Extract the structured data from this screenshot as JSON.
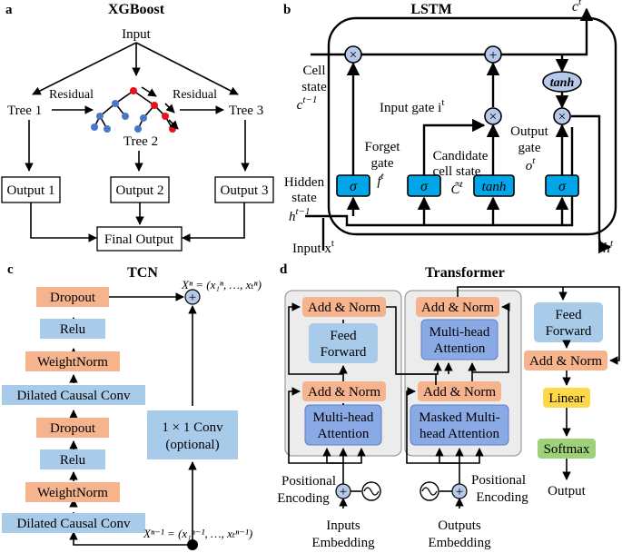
{
  "panels": {
    "a": {
      "letter": "a",
      "title": "XGBoost",
      "input": "Input",
      "tree1": "Tree 1",
      "tree2": "Tree 2",
      "tree3": "Tree 3",
      "residual1": "Residual",
      "residual2": "Residual",
      "output1": "Output 1",
      "output2": "Output 2",
      "output3": "Output 3",
      "final": "Final Output",
      "colors": {
        "node_blue": "#4a78c8",
        "node_red": "#e8101a"
      }
    },
    "b": {
      "letter": "b",
      "title": "LSTM",
      "cell_state": [
        "Cell",
        "state",
        "c"
      ],
      "ct_prev_sup": "t−1",
      "ct_out": "c",
      "ct_sup": "t",
      "input_gate": "Input gate i",
      "input_gate_sup": "t",
      "forget_gate": [
        "Forget",
        "gate",
        "f"
      ],
      "forget_sup": "t",
      "candidate": [
        "Candidate",
        "cell state",
        "C̃"
      ],
      "candidate_sup": "t",
      "output_gate": [
        "Output",
        "gate",
        "o"
      ],
      "output_sup": "t",
      "hidden_state": [
        "Hidden",
        "state",
        "h"
      ],
      "hidden_sup": "t−1",
      "input_x": "Input x",
      "input_x_sup": "t",
      "h_out": "h",
      "h_out_sup": "t",
      "sigma": "σ",
      "tanh": "tanh",
      "times": "×",
      "plus": "+",
      "colors": {
        "gate_fill": "#00a6e8",
        "op_fill": "#b7c9ea"
      }
    },
    "c": {
      "letter": "c",
      "title": "TCN",
      "layers_top": [
        "Dropout",
        "Relu",
        "WeightNorm",
        "Dilated Causal Conv"
      ],
      "layers_bottom": [
        "Dropout",
        "Relu",
        "WeightNorm",
        "Dilated Causal Conv"
      ],
      "conv1x1": [
        "1 × 1 Conv",
        "(optional)"
      ],
      "xn_out": "Xⁿ = (x₁ⁿ, …, xₜⁿ)",
      "xn_in": "Xⁿ⁻¹ = (x₁ⁿ⁻¹, …, xₜⁿ⁻¹)",
      "plus": "+",
      "colors": {
        "orange": "#f6b48e",
        "blue": "#a9cbea"
      }
    },
    "d": {
      "letter": "d",
      "title": "Transformer",
      "enc_addnorm_top": "Add & Norm",
      "enc_ff": [
        "Feed",
        "Forward"
      ],
      "enc_addnorm_bot": "Add & Norm",
      "enc_mha": [
        "Multi-head",
        "Attention"
      ],
      "dec_addnorm_top": "Add & Norm",
      "dec_mha": [
        "Multi-head",
        "Attention"
      ],
      "dec_addnorm_bot": "Add & Norm",
      "dec_masked": [
        "Masked Multi-",
        "head Attention"
      ],
      "ff3": [
        "Feed",
        "Forward"
      ],
      "addnorm3": "Add & Norm",
      "linear": "Linear",
      "softmax": "Softmax",
      "output": "Output",
      "pos_enc_left": [
        "Positional",
        "Encoding"
      ],
      "pos_enc_right": [
        "Positional",
        "Encoding"
      ],
      "inputs_emb": [
        "Inputs",
        "Embedding"
      ],
      "outputs_emb": [
        "Outputs",
        "Embedding"
      ],
      "plus": "+",
      "colors": {
        "orange": "#f6b48e",
        "blue_dark": "#8aaae6",
        "blue_light": "#a9cbea",
        "yellow": "#ffd84a",
        "green": "#9ed17a",
        "container": "#ececec"
      }
    }
  }
}
